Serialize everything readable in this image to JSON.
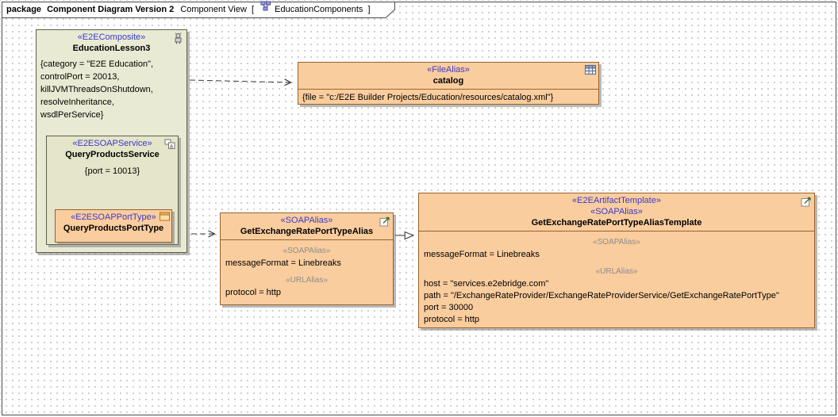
{
  "frame": {
    "kind_label": "package",
    "title": "Component Diagram Version 2",
    "view_label": "Component View",
    "bracket_open": "[",
    "diagram_name": "EducationComponents",
    "bracket_close": "]"
  },
  "education_lesson": {
    "stereotype": "«E2EComposite»",
    "name": "EducationLesson3",
    "properties": "{category = \"E2E Education\",\ncontrolPort = 20013,\nkillJVMThreadsOnShutdown,\nresolveInheritance,\nwsdlPerService}"
  },
  "query_products_service": {
    "stereotype": "«E2ESOAPService»",
    "name": "QueryProductsService",
    "properties": "{port = 10013}"
  },
  "query_products_port_type": {
    "stereotype": "«E2ESOAPPortType»",
    "name": "QueryProductsPortType"
  },
  "catalog": {
    "stereotype": "«FileAlias»",
    "name": "catalog",
    "properties": "{file = \"c:/E2E Builder Projects/Education/resources/catalog.xml\"}"
  },
  "exchange_alias": {
    "stereotype": "«SOAPAlias»",
    "name": "GetExchangeRatePortTypeAlias",
    "soap_section_label": "«SOAPAlias»",
    "soap_lines": "messageFormat = Linebreaks",
    "url_section_label": "«URLAlias»",
    "url_lines": "protocol = http"
  },
  "exchange_template": {
    "stereotype1": "«E2EArtifactTemplate»",
    "stereotype2": "«SOAPAlias»",
    "name": "GetExchangeRatePortTypeAliasTemplate",
    "soap_section_label": "«SOAPAlias»",
    "soap_lines": "messageFormat = Linebreaks",
    "url_section_label": "«URLAlias»",
    "url_lines": "host = \"services.e2ebridge.com\"\npath = \"/ExchangeRateProvider/ExchangeRateProviderService/GetExchangeRatePortType\"\nport = 30000\nprotocol = http"
  },
  "icons": {
    "tab": "diagram-icon",
    "education_lesson": "composite-robot-icon",
    "query_products_service": "soap-service-icon",
    "query_products_port_type": "port-type-window-icon",
    "catalog": "table-grid-icon",
    "exchange_alias": "alias-arrow-icon",
    "exchange_template": "alias-arrow-icon"
  },
  "colors": {
    "stereotype_blue": "#3A3AC8",
    "orange_fill": "#FACD9E",
    "orange_border": "#9A622B",
    "olive_fill": "#E9EAD4",
    "olive_border": "#5F5F47",
    "section_label_gray": "#8C8C8C",
    "frame_border": "#4A4A4A"
  }
}
